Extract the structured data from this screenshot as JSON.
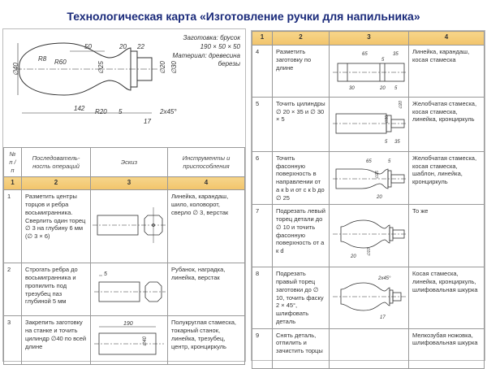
{
  "title": "Технологическая карта  «Изготовление ручки для напильника»",
  "drawing": {
    "spec": [
      "Заготовка: брусок",
      "190 × 50 × 50",
      "Материал: древесина",
      "березы"
    ],
    "dims": {
      "d40": "∅40",
      "r8": "R8",
      "r60": "R60",
      "d25": "∅25",
      "r20": "R20",
      "l50": "50",
      "l20": "20",
      "l22": "22",
      "d20": "∅20",
      "d30": "∅30",
      "l5": "5",
      "l17": "17",
      "chamfer": "2x45°",
      "l142": "142"
    }
  },
  "table": {
    "headers": [
      "№ п / п",
      "Последователь-ность операций",
      "Эскиз",
      "Инструменты и приспособления"
    ],
    "column_numbers": [
      "1",
      "2",
      "3",
      "4"
    ],
    "rows": [
      {
        "n": "1",
        "op": "Разметить центры торцов и ребра восьмигранника. Сверлить один торец ∅ 3 на глубину 6 мм (∅ 3 × 6)",
        "tools": "Линейка, карандаш, шило, коловорот, сверло ∅ 3, верстак",
        "dims": []
      },
      {
        "n": "2",
        "op": "Строгать ребра до восьмигранника и пропилить под трезубец паз глубиной 5 мм",
        "tools": "Рубанок, наградка, линейка, верстак",
        "dims": [
          "5"
        ]
      },
      {
        "n": "3",
        "op": "Закрепить заготовку на станке и точить цилиндр ∅40 по всей длине",
        "tools": "Полукруглая стамеска, токарный станок, линейка, трезубец, центр, кронциркуль",
        "dims": [
          "190",
          "∅40"
        ]
      },
      {
        "n": "4",
        "op": "Разметить заготовку по длине",
        "tools": "Линейка, карандаш, косая стамеска",
        "dims": [
          "65",
          "35",
          "5",
          "30",
          "20",
          "5"
        ]
      },
      {
        "n": "5",
        "op": "Точить цилиндры ∅ 20 × 35 и ∅ 30 × 5",
        "tools": "Желобчатая стамеска, косая стамеска, линейка, кронциркуль",
        "dims": [
          "∅20",
          "∅30",
          "5",
          "35"
        ]
      },
      {
        "n": "6",
        "op": "Точить фасонную поверхность в направлении от a к b и от c к b до ∅ 25",
        "tools": "Желобчатая стамеска, косая стамеска, шаблон, линейка, кронциркуль",
        "dims": [
          "65",
          "5",
          "∅25",
          "20"
        ]
      },
      {
        "n": "7",
        "op": "Подрезать левый торец детали до ∅ 10 и точить фасонную поверхность от a к d",
        "tools": "То же",
        "dims": [
          "20",
          "∅10"
        ]
      },
      {
        "n": "8",
        "op": "Подрезать правый торец заготовки до ∅ 10, точить фаску 2 × 45°, шлифовать деталь",
        "tools": "Косая стамеска, линейка, кронциркуль, шлифовальная шкурка",
        "dims": [
          "2x45°",
          "17"
        ]
      },
      {
        "n": "9",
        "op": "Снять деталь, отпилить и зачистить торцы",
        "tools": "Мелкозубая ножовка, шлифовальная шкурка",
        "dims": []
      }
    ]
  }
}
